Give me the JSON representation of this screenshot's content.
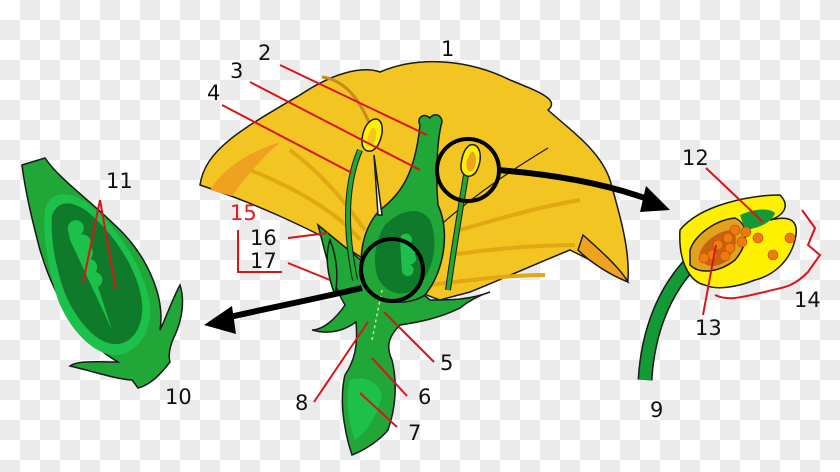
{
  "diagram": {
    "type": "labeled botanical illustration - flower anatomy",
    "colors": {
      "petal": "#f2c523",
      "petal_dark": "#e0a812",
      "petal_inner": "#eea21f",
      "green": "#21a638",
      "green_light": "#1cc04a",
      "green_dark": "#0e7a2a",
      "anther_yellow": "#ffef00",
      "pollen": "#f07a10",
      "leader_line": "#d9141a",
      "arrow": "#000000"
    },
    "labels": [
      {
        "id": "1",
        "text": "1"
      },
      {
        "id": "2",
        "text": "2"
      },
      {
        "id": "3",
        "text": "3"
      },
      {
        "id": "4",
        "text": "4"
      },
      {
        "id": "5",
        "text": "5"
      },
      {
        "id": "6",
        "text": "6"
      },
      {
        "id": "7",
        "text": "7"
      },
      {
        "id": "8",
        "text": "8"
      },
      {
        "id": "9",
        "text": "9"
      },
      {
        "id": "10",
        "text": "10"
      },
      {
        "id": "11",
        "text": "11"
      },
      {
        "id": "12",
        "text": "12"
      },
      {
        "id": "13",
        "text": "13"
      },
      {
        "id": "14",
        "text": "14"
      },
      {
        "id": "15",
        "text": "15"
      },
      {
        "id": "16",
        "text": "16"
      },
      {
        "id": "17",
        "text": "17"
      }
    ],
    "insets": [
      {
        "name": "ovary-cross-section",
        "position": "left",
        "labels": [
          "10",
          "11"
        ]
      },
      {
        "name": "stamen-anther-detail",
        "position": "right",
        "labels": [
          "9",
          "12",
          "13",
          "14"
        ]
      }
    ],
    "bracket_group": {
      "label": "15",
      "contains": [
        "16",
        "17"
      ],
      "color": "#e31a1c"
    }
  }
}
